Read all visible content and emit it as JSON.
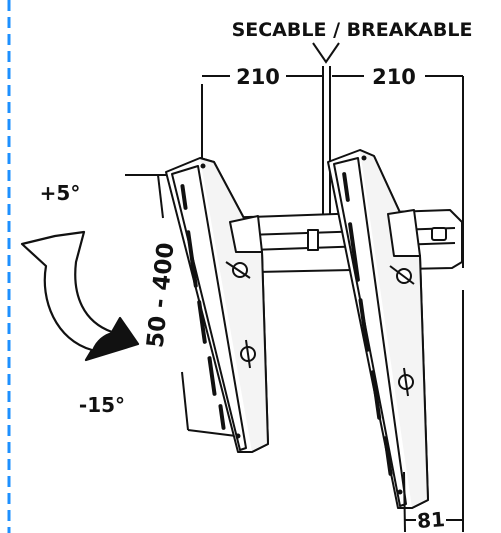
{
  "labels": {
    "breakable": "SECABLE / BREAKABLE",
    "width_left": "210",
    "width_right": "210",
    "height_range": "50 - 400",
    "tilt_up": "+5°",
    "tilt_down": "-15°",
    "depth": "81"
  },
  "colors": {
    "line": "#111111",
    "dashed_border": "#1e90ff",
    "background": "#ffffff"
  },
  "icons": {
    "tilt_arrow": "curved-double-arrow-icon"
  }
}
